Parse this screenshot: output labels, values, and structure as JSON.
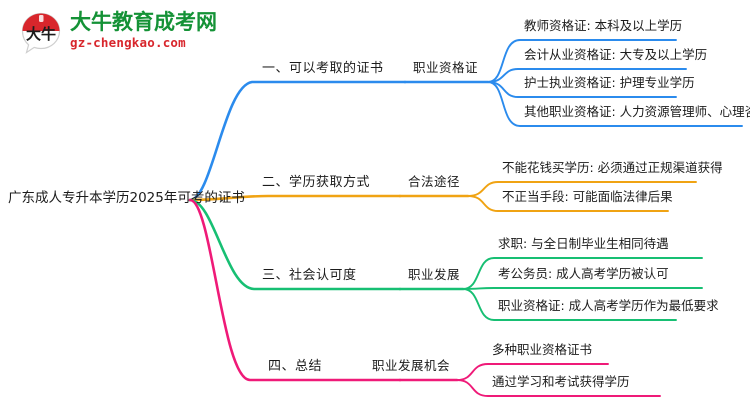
{
  "logo": {
    "mark_text": "大牛",
    "title": "大牛教育成考网",
    "subtitle": "gz-chengkao.com",
    "title_color": "#149236",
    "subtitle_color": "#d8262c",
    "mark_color": "#d8262c"
  },
  "mindmap": {
    "root": {
      "label": "广东成人专升本学历2025年可考的证书"
    },
    "branches": [
      {
        "color": "#2b8bed",
        "level1": "一、可以考取的证书",
        "level2": "职业资格证",
        "leaves": [
          "教师资格证: 本科及以上学历",
          "会计从业资格证: 大专及以上学历",
          "护士执业资格证: 护理专业学历",
          "其他职业资格证: 人力资源管理师、心理咨询师等"
        ]
      },
      {
        "color": "#f0a313",
        "level1": "二、学历获取方式",
        "level2": "合法途径",
        "leaves": [
          "不能花钱买学历: 必须通过正规渠道获得",
          "不正当手段: 可能面临法律后果"
        ]
      },
      {
        "color": "#17bf73",
        "level1": "三、社会认可度",
        "level2": "职业发展",
        "leaves": [
          "求职: 与全日制毕业生相同待遇",
          "考公务员: 成人高考学历被认可",
          "职业资格证: 成人高考学历作为最低要求"
        ]
      },
      {
        "color": "#ef1a78",
        "level1": "四、总结",
        "level2": "职业发展机会",
        "leaves": [
          "多种职业资格证书",
          "通过学习和考试获得学历"
        ]
      }
    ]
  }
}
